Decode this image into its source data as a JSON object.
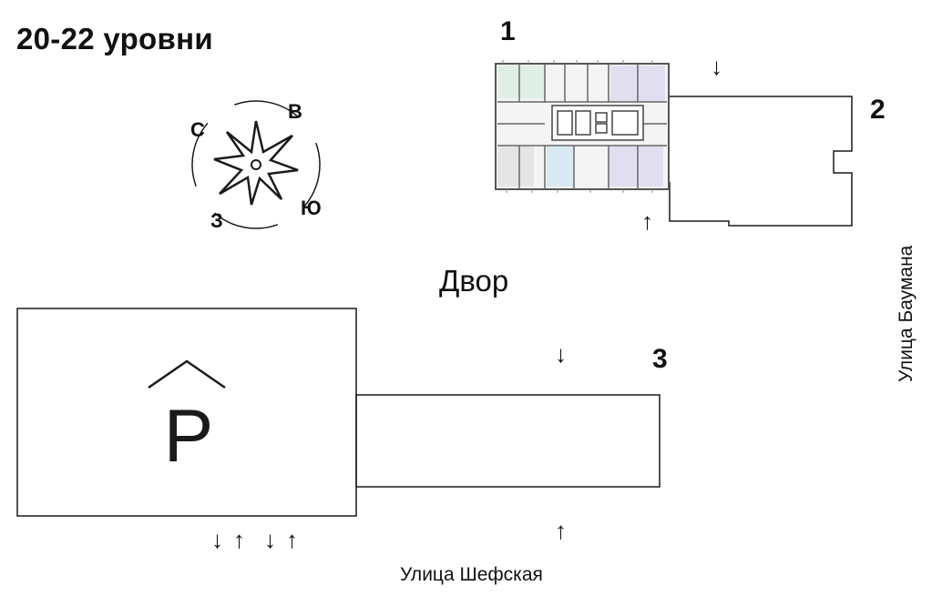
{
  "title": "20-22 уровни",
  "buildings": [
    {
      "number": "1"
    },
    {
      "number": "2"
    },
    {
      "number": "3"
    }
  ],
  "courtyard_label": "Двор",
  "parking_label": "P",
  "streets": {
    "south": "Улица Шефская",
    "east": "Улица Баумана"
  },
  "compass": {
    "north": "С",
    "east": "В",
    "south": "Ю",
    "west": "З"
  },
  "arrows": {
    "down": "↓",
    "up": "↑"
  },
  "colors": {
    "line": "#1a1a1a",
    "floorplan_accent_purple": "#dcd8ef",
    "floorplan_accent_green": "#d7ecdf",
    "floorplan_accent_blue": "#d6e8f4"
  }
}
